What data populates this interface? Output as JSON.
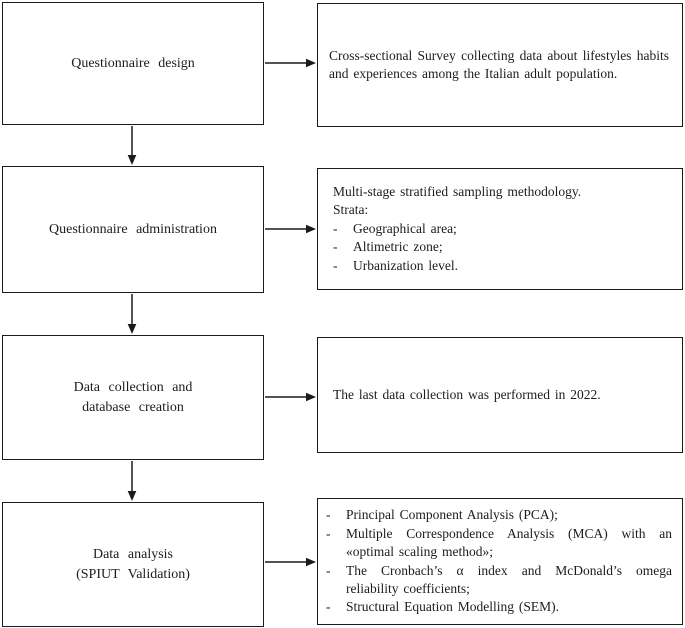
{
  "figure": {
    "type": "flowchart",
    "description_colors": {
      "border": "#1a1a1a",
      "text": "#1c1c1c",
      "background": "#ffffff"
    },
    "bullet": "-",
    "steps": [
      {
        "label": "Questionnaire design",
        "detail": {
          "text": "Cross-sectional Survey collecting data about lifestyles habits and experiences among the Italian adult population."
        }
      },
      {
        "label": "Questionnaire administration",
        "detail": {
          "intro": "Multi-stage stratified sampling methodology.\nStrata:",
          "items": [
            "Geographical area;",
            "Altimetric zone;",
            "Urbanization level."
          ]
        }
      },
      {
        "label": "Data collection and\ndatabase creation",
        "detail": {
          "text": "The last data collection was performed in 2022."
        }
      },
      {
        "label": "Data analysis\n(SPIUT Validation)",
        "detail": {
          "items": [
            "Principal Component Analysis (PCA);",
            "Multiple Correspondence Analysis (MCA) with an «optimal scaling method»;",
            "The Cronbach’s α index and McDonald’s omega reliability coefficients;",
            "Structural Equation Modelling (SEM)."
          ]
        }
      }
    ]
  }
}
